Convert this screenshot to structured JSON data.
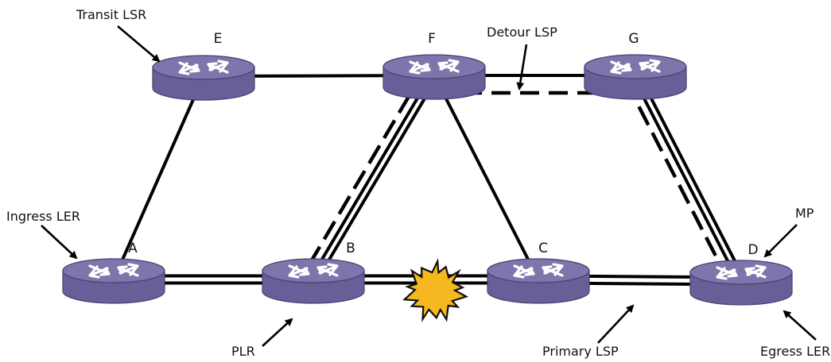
{
  "colors": {
    "router_top": "#7f74ab",
    "router_side": "#6a5e99",
    "router_edge": "#4a4070",
    "router_arrows": "#ffffff",
    "link": "#000000",
    "failure_fill": "#f5b820",
    "failure_stroke": "#111111"
  },
  "routers": [
    {
      "id": "A",
      "letter": "A"
    },
    {
      "id": "B",
      "letter": "B"
    },
    {
      "id": "C",
      "letter": "C"
    },
    {
      "id": "D",
      "letter": "D"
    },
    {
      "id": "E",
      "letter": "E"
    },
    {
      "id": "F",
      "letter": "F"
    },
    {
      "id": "G",
      "letter": "G"
    }
  ],
  "links": [
    {
      "from": "E",
      "to": "F",
      "style": "single"
    },
    {
      "from": "E",
      "to": "A",
      "style": "single"
    },
    {
      "from": "F",
      "to": "C",
      "style": "single"
    },
    {
      "from": "F",
      "to": "G",
      "style": "single-with-dashed"
    },
    {
      "from": "A",
      "to": "B",
      "style": "double"
    },
    {
      "from": "B",
      "to": "C",
      "style": "double"
    },
    {
      "from": "C",
      "to": "D",
      "style": "double"
    },
    {
      "from": "F",
      "to": "B",
      "style": "double-with-dashed"
    },
    {
      "from": "G",
      "to": "D",
      "style": "double-with-dashed"
    }
  ],
  "failure": {
    "between": [
      "B",
      "C"
    ],
    "icon": "failure-burst-icon"
  },
  "labels": {
    "transit_lsr": "Transit LSR",
    "detour_lsp": "Detour LSP",
    "ingress_ler": "Ingress LER",
    "mp": "MP",
    "plr": "PLR",
    "primary_lsp": "Primary  LSP",
    "egress_ler": "Egress LER"
  }
}
